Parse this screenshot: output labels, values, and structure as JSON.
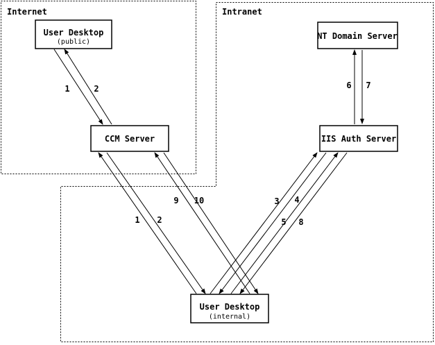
{
  "zones": {
    "internet": {
      "label": "Internet"
    },
    "intranet": {
      "label": "Intranet"
    }
  },
  "nodes": {
    "user_desktop_public": {
      "title": "User Desktop",
      "subtitle": "(public)"
    },
    "ccm_server": {
      "title": "CCM Server"
    },
    "nt_domain_server": {
      "title": "NT Domain Server"
    },
    "iis_auth_server": {
      "title": "IIS Auth Server"
    },
    "user_desktop_internal": {
      "title": "User Desktop",
      "subtitle": "(internal)"
    }
  },
  "edge_labels": {
    "public_to_ccm_1": "1",
    "ccm_to_public_2": "2",
    "iis_to_nt_6": "6",
    "nt_to_iis_7": "7",
    "internal_to_ccm_1": "1",
    "ccm_to_internal_2": "2",
    "internal_to_ccm_9": "9",
    "ccm_to_internal_10": "10",
    "internal_to_iis_3": "3",
    "iis_to_internal_4": "4",
    "internal_to_iis_5": "5",
    "iis_to_internal_8": "8"
  },
  "colors": {
    "ink": "#000000",
    "background": "#ffffff"
  }
}
